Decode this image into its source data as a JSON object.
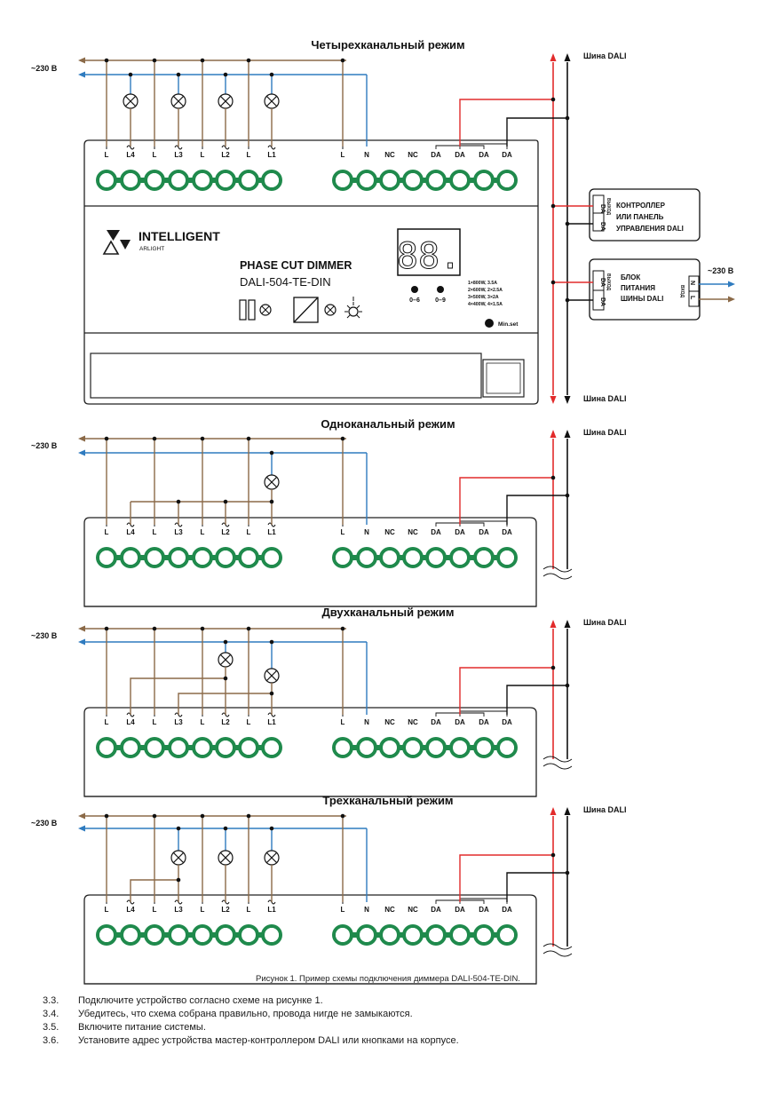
{
  "colors": {
    "phase": "#8b6a48",
    "neutral": "#2f7bbf",
    "dali_red": "#e22b2b",
    "dali_black": "#111111",
    "terminal": "#1f8a4c",
    "housing_stroke": "#222222"
  },
  "headings": [
    "Четырехканальный режим",
    "Одноканальный режим",
    "Двухканальный режим",
    "Трехканальный режим"
  ],
  "supply_label": "~230 В",
  "bus_label": "Шина DALI",
  "terminals_left": [
    "L",
    "L4",
    "L",
    "L3",
    "L",
    "L2",
    "L",
    "L1"
  ],
  "terminals_right": [
    "L",
    "N",
    "NC",
    "NC",
    "DA",
    "DA",
    "DA",
    "DA"
  ],
  "device": {
    "brand": "INTELLIGENT",
    "brand_sub": "ARLIGHT",
    "product": "PHASE CUT DIMMER",
    "model": "DALI-504-TE-DIN",
    "display": "88.",
    "button1": "0–6",
    "button2": "0–9",
    "power_spec": [
      "1×800W, 3.5A",
      "2×600W, 2×2.5A",
      "3×500W, 3×2A",
      "4×400W, 4×1.5A"
    ],
    "minset": "Min.set"
  },
  "controller": {
    "lines": [
      "КОНТРОЛЛЕР",
      "ИЛИ ПАНЕЛЬ",
      "УПРАВЛЕНИЯ DALI"
    ],
    "port": "ВЫХОД",
    "pins": [
      "DA",
      "DA"
    ]
  },
  "psu": {
    "lines": [
      "БЛОК",
      "ПИТАНИЯ",
      "ШИНЫ DALI"
    ],
    "out_port": "ВЫХОД",
    "in_port": "ВХОД",
    "pins_out": [
      "DA",
      "DA"
    ],
    "pins_in": [
      "N",
      "L"
    ],
    "supply": "~230 В"
  },
  "caption": "Рисунок 1. Пример схемы подключения диммера DALI-504-TE-DIN.",
  "steps": [
    {
      "num": "3.3.",
      "text": "Подключите устройство согласно схеме на рисунке 1."
    },
    {
      "num": "3.4.",
      "text": "Убедитесь, что схема собрана правильно, провода нигде не замыкаются."
    },
    {
      "num": "3.5.",
      "text": "Включите питание системы."
    },
    {
      "num": "3.6.",
      "text": "Установите адрес устройства мастер-контроллером DALI или кнопками на корпусе."
    }
  ]
}
